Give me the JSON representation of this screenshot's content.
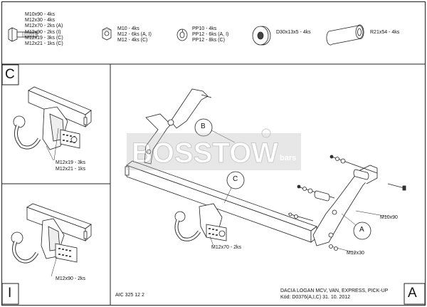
{
  "legend": {
    "bolts": [
      "M10x90 - 4ks",
      "M12x30 - 4ks",
      "M12x70 - 2ks (A)",
      "M12x90 - 2ks (I)",
      "M12x19 - 3ks (C)",
      "M12x21 - 1ks (C)"
    ],
    "nuts": [
      "M10 - 4ks",
      "M12 - 6ks (A, I)",
      "M12 - 4ks (C)"
    ],
    "spring_washers": [
      "PP10 - 4ks",
      "PP12 - 6ks (A, I)",
      "PP12 - 8ks (C)"
    ],
    "washer": "D30x13x5 - 4ks",
    "spacer": "R21x54 - 4ks"
  },
  "panels": {
    "c_letter": "C",
    "i_letter": "I",
    "a_letter": "A"
  },
  "panel_c": {
    "labels": [
      "M12x19 - 3ks",
      "M12x21 - 1ks"
    ]
  },
  "panel_i": {
    "label": "M12x90 - 2ks"
  },
  "main": {
    "callouts": [
      "B",
      "C",
      "A"
    ],
    "labels": {
      "m10x90": "M10x90",
      "m12x30": "M12x30",
      "m12x70": "M12x70 - 2ks"
    }
  },
  "footer": {
    "code": "AIC 325 12 2",
    "vehicle": "DACIA LOGAN MCV, VAN, EXPRESS, PICK-UP",
    "kod": "Kód: D0376(A,I,C)  31. 10. 2012"
  },
  "watermark": {
    "logo_text": "BOSSTOW",
    "logo_suffix": "bars"
  }
}
